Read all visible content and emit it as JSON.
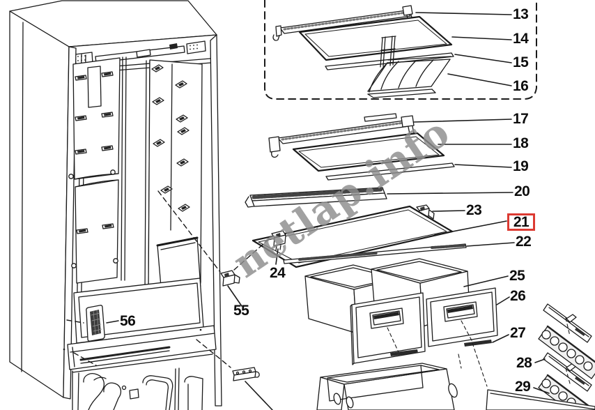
{
  "figure": {
    "description": "Refrigerator exploded parts diagram"
  },
  "watermark": {
    "text": "netlap.info",
    "color": "#8d8d8d"
  },
  "colors": {
    "background": "#ffffff",
    "line": "#1a1a1a",
    "label_text": "#0d0d0d",
    "highlight_box_border": "#dc3a32"
  },
  "callouts": [
    {
      "num": "13",
      "highlighted": false
    },
    {
      "num": "14",
      "highlighted": false
    },
    {
      "num": "15",
      "highlighted": false
    },
    {
      "num": "16",
      "highlighted": false
    },
    {
      "num": "17",
      "highlighted": false
    },
    {
      "num": "18",
      "highlighted": false
    },
    {
      "num": "19",
      "highlighted": false
    },
    {
      "num": "20",
      "highlighted": false
    },
    {
      "num": "23",
      "highlighted": false
    },
    {
      "num": "21",
      "highlighted": true
    },
    {
      "num": "22",
      "highlighted": false
    },
    {
      "num": "24",
      "highlighted": false
    },
    {
      "num": "25",
      "highlighted": false
    },
    {
      "num": "26",
      "highlighted": false
    },
    {
      "num": "27",
      "highlighted": false
    },
    {
      "num": "28",
      "highlighted": false
    },
    {
      "num": "29",
      "highlighted": false
    },
    {
      "num": "55",
      "highlighted": false
    },
    {
      "num": "56",
      "highlighted": false
    }
  ]
}
